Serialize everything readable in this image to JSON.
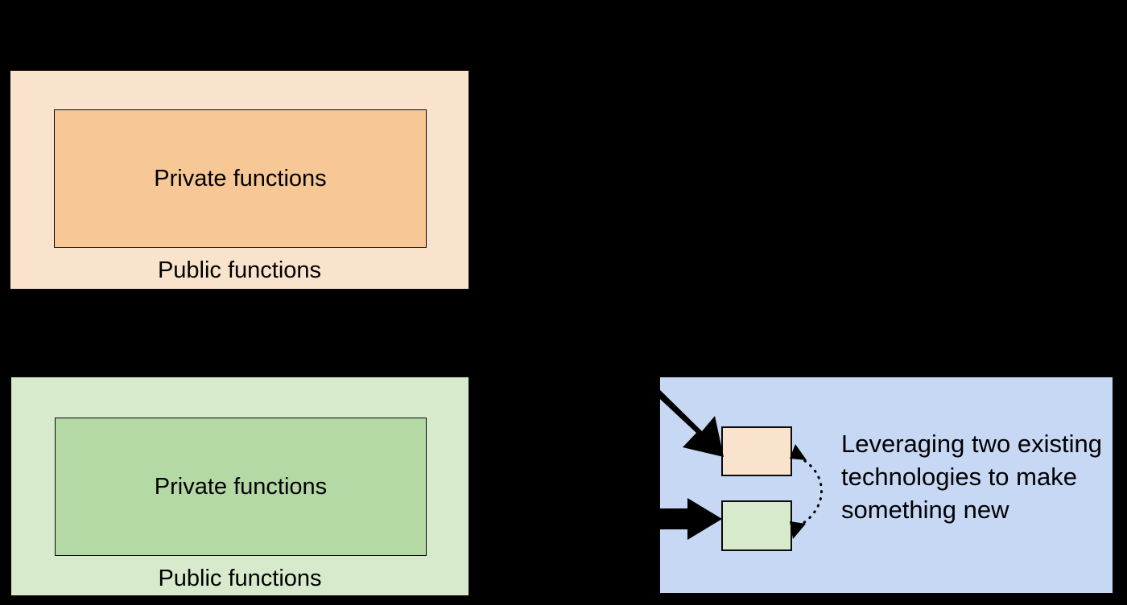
{
  "diagram": {
    "background_color": "#000000",
    "modules": [
      {
        "id": "orange-module",
        "outer_label": "Public functions",
        "inner_label": "Private functions",
        "outer_color": "#FAE3CD",
        "inner_color": "#F7C795",
        "border_color": "#0a0a0a"
      },
      {
        "id": "green-module",
        "outer_label": "Public functions",
        "inner_label": "Private functions",
        "outer_color": "#D8EACC",
        "inner_color": "#B4D9A5",
        "border_color": "#0a0a0a"
      }
    ],
    "combination_panel": {
      "id": "blue-panel",
      "fill_color": "#C7D8F5",
      "border_color": "#0a0a0a",
      "annotation": "Leveraging two existing technologies to make something new",
      "mini_boxes": [
        {
          "id": "mini-orange",
          "fill_color": "#FAE3CD",
          "source": "orange-module"
        },
        {
          "id": "mini-green",
          "fill_color": "#D8EACC",
          "source": "green-module"
        }
      ],
      "connector": {
        "style": "dotted",
        "arrowheads": "both",
        "color": "#000000"
      }
    },
    "arrows": [
      {
        "id": "arrow-orange-to-panel",
        "from": "orange-module",
        "to": "mini-orange",
        "style": "solid-thick",
        "color": "#000000"
      },
      {
        "id": "arrow-green-to-panel",
        "from": "green-module",
        "to": "mini-green",
        "style": "solid-thick",
        "color": "#000000"
      }
    ]
  }
}
